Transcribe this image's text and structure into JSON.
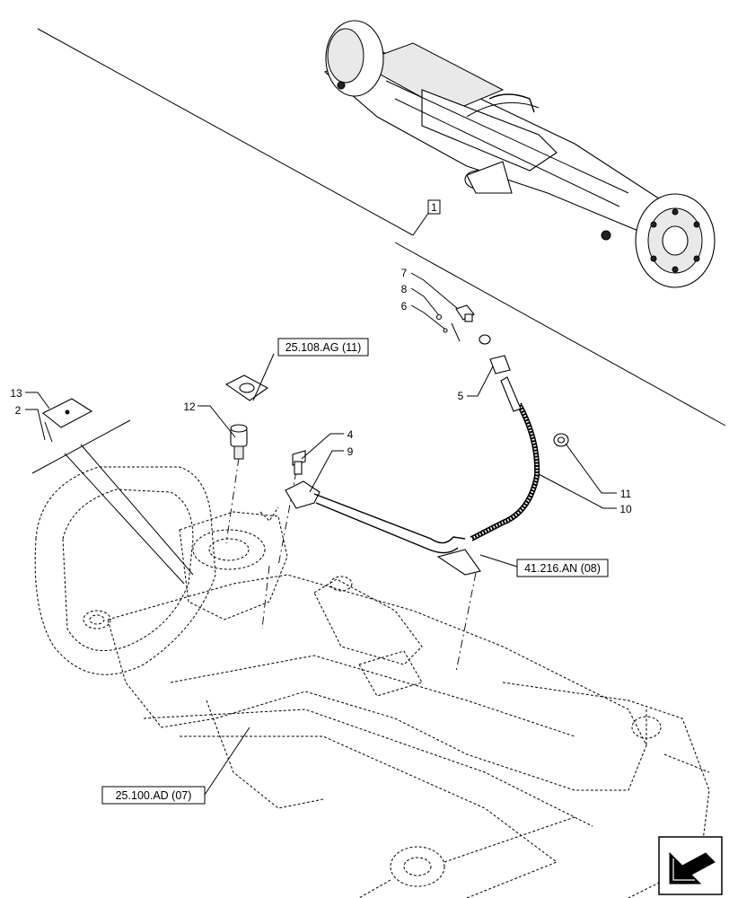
{
  "callouts": {
    "c1": "1",
    "c2": "2",
    "c4": "4",
    "c5": "5",
    "c6": "6",
    "c7": "7",
    "c8": "8",
    "c9": "9",
    "c10": "10",
    "c11": "11",
    "c12": "12",
    "c13": "13"
  },
  "references": {
    "ref_25108": "25.108.AG (11)",
    "ref_41216": "41.216.AN (08)",
    "ref_25100": "25.100.AD (07)"
  },
  "icons": {
    "corner_nav": "arrow-back-icon"
  }
}
